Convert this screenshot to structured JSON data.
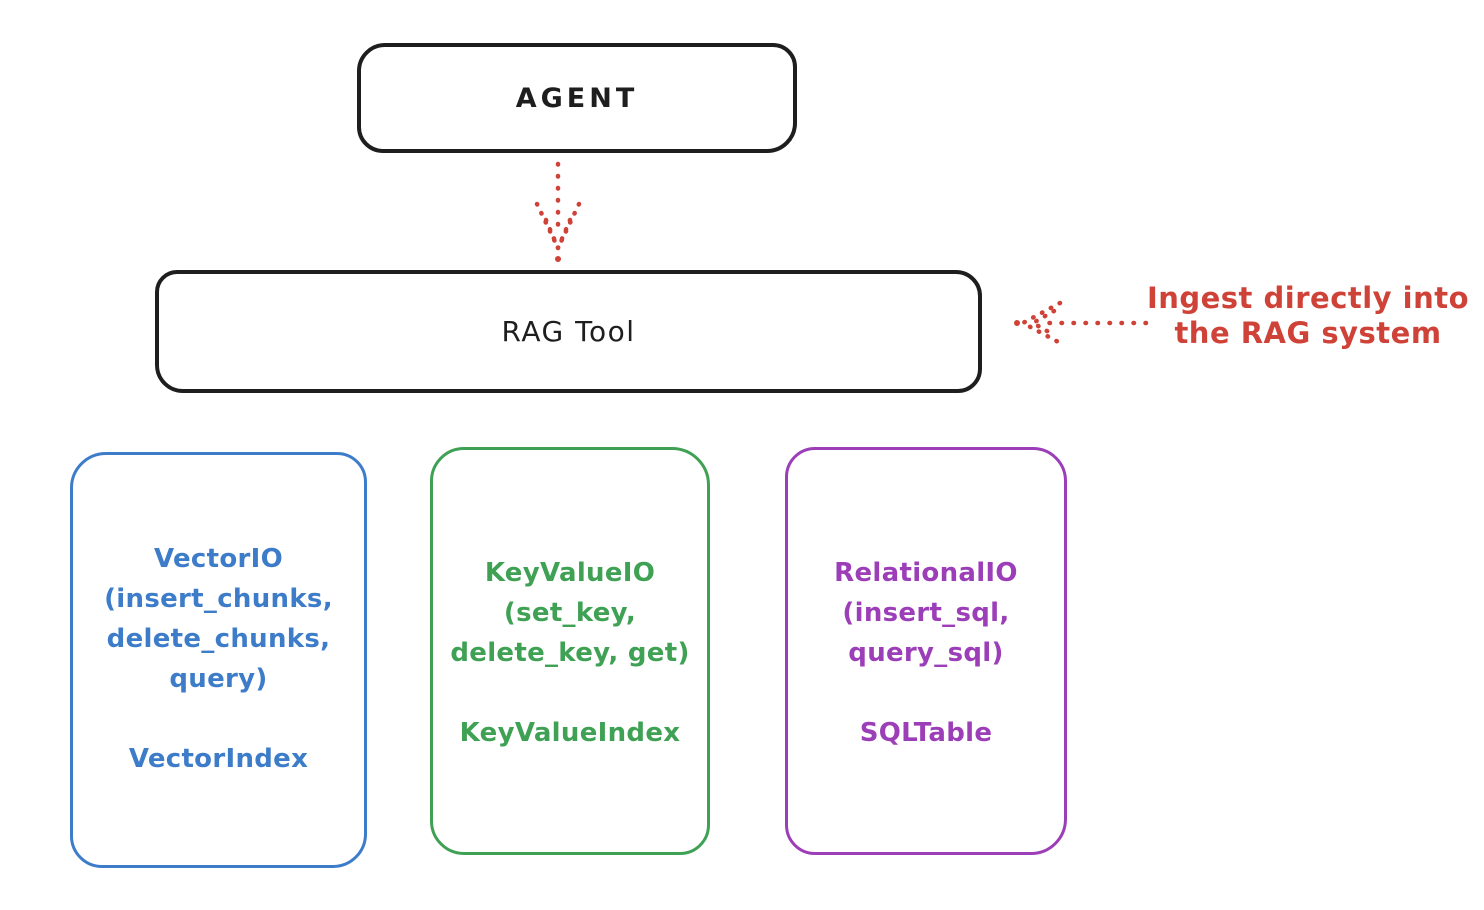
{
  "diagram": {
    "background": "#ffffff",
    "ink_color": "#1e1e1e",
    "accent_red": "#cf4238",
    "nodes": {
      "agent": {
        "label": "AGENT"
      },
      "rag_tool": {
        "label": "RAG Tool"
      }
    },
    "arrows": [
      {
        "name": "agent-to-rag-tool",
        "style": "dotted",
        "direction": "down",
        "color": "#cf4238"
      },
      {
        "name": "ingest-into-rag-tool",
        "style": "dotted",
        "direction": "left",
        "color": "#cf4238"
      }
    ],
    "annotation": {
      "lines": [
        "Ingest directly into",
        "the RAG system"
      ],
      "color": "#cf4238"
    },
    "backends": [
      {
        "id": "vector-io",
        "color": "#3d7cc9",
        "lines": [
          "VectorIO",
          "(insert_chunks,",
          "delete_chunks,",
          "query)"
        ],
        "index_label": "VectorIndex"
      },
      {
        "id": "key-value-io",
        "color": "#3fa154",
        "lines": [
          "KeyValueIO",
          "(set_key,",
          "delete_key, get)"
        ],
        "index_label": "KeyValueIndex"
      },
      {
        "id": "relational-io",
        "color": "#9c3eb8",
        "lines": [
          "RelationalIO",
          "(insert_sql,",
          "query_sql)"
        ],
        "index_label": "SQLTable"
      }
    ]
  }
}
